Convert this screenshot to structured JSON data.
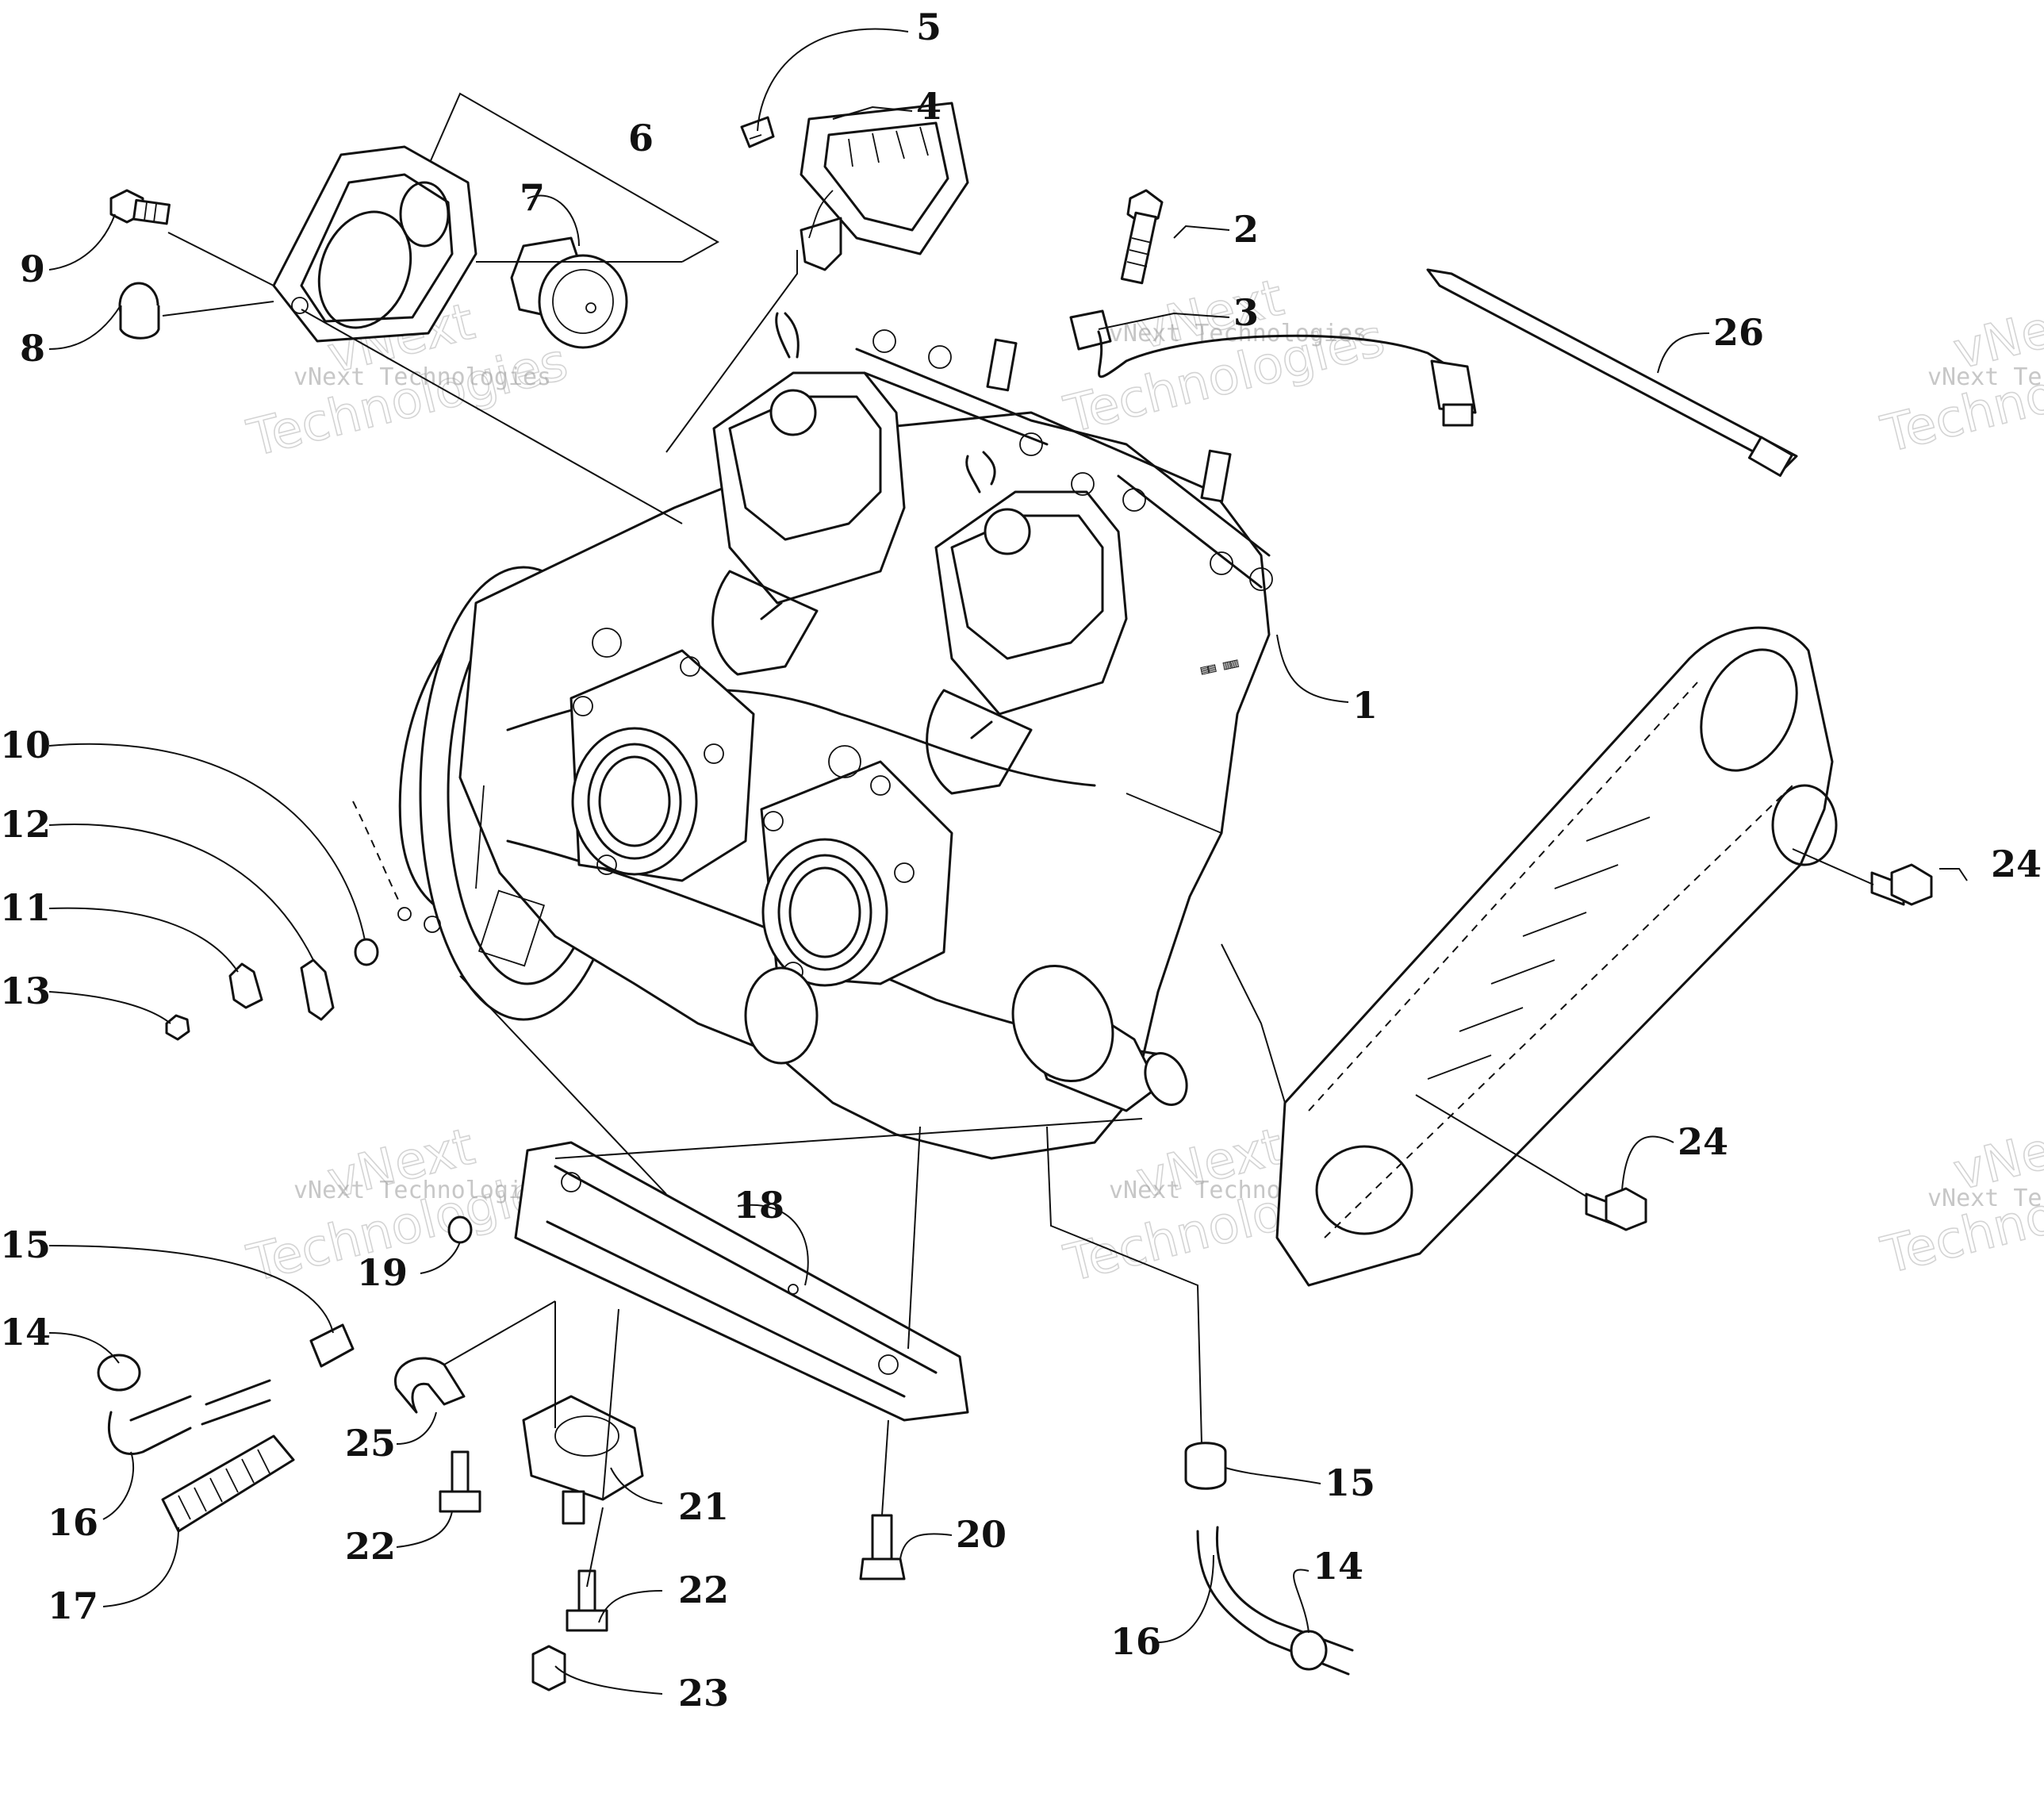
{
  "watermark": {
    "company": "vNext Technologies",
    "word_a": "vNext",
    "word_b": "Technologies"
  },
  "callouts": [
    "1",
    "2",
    "3",
    "4",
    "5",
    "6",
    "7",
    "8",
    "9",
    "10",
    "11",
    "12",
    "13",
    "14",
    "15",
    "16",
    "17",
    "18",
    "19",
    "20",
    "21",
    "22",
    "23",
    "24",
    "25",
    "26"
  ]
}
